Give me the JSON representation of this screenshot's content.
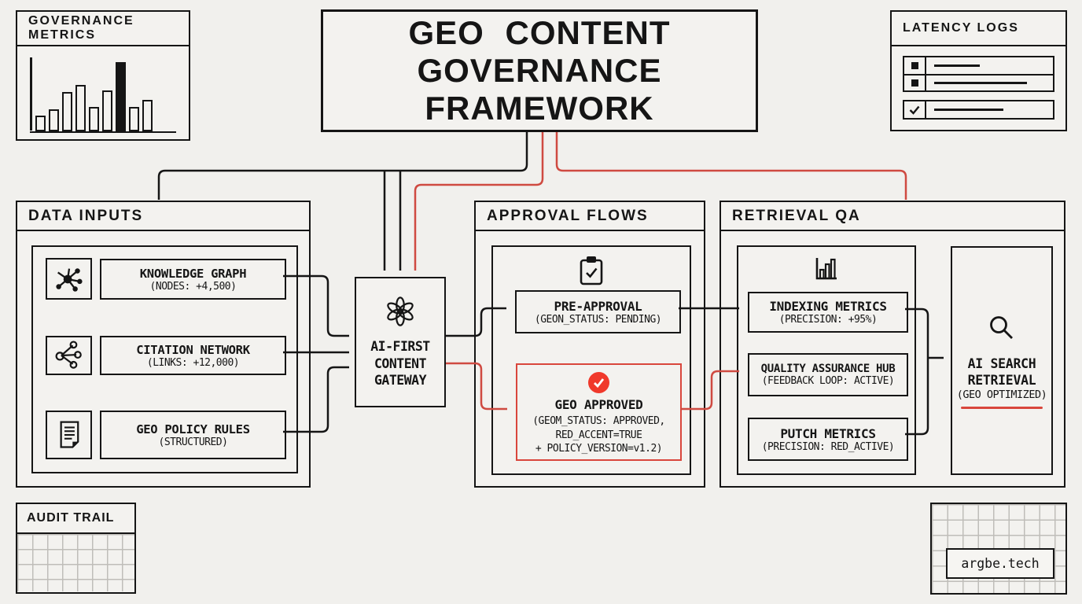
{
  "colors": {
    "background": "#f1f0ed",
    "ink": "#151515",
    "line_red": "#cf4a41",
    "accent_red": "#f0392b",
    "approved_border_red": "#d9463c",
    "grid_gray": "#bfbdb9"
  },
  "title": {
    "line1": "GEO CONTENT",
    "line2": "GOVERNANCE FRAMEWORK"
  },
  "governance_metrics": {
    "label": "GOVERNANCE METRICS"
  },
  "chart_data": {
    "type": "bar",
    "title": "GOVERNANCE METRICS",
    "categories": [
      "1",
      "2",
      "3",
      "4",
      "5",
      "6",
      "7",
      "8",
      "9"
    ],
    "values": [
      22,
      31,
      56,
      66,
      35,
      58,
      100,
      35,
      45
    ],
    "highlight_index": 6,
    "xlabel": "",
    "ylabel": "",
    "axis_ticks_labeled": false,
    "grid": false
  },
  "latency_logs": {
    "label": "LATENCY LOGS",
    "rows": [
      {
        "icon": "square-icon"
      },
      {
        "icon": "square-icon"
      },
      {
        "icon": "check-icon"
      }
    ]
  },
  "data_inputs": {
    "label": "DATA INPUTS",
    "items": [
      {
        "icon": "network-graph-icon",
        "title": "KNOWLEDGE GRAPH",
        "subtitle": "(NODES: +4,500)"
      },
      {
        "icon": "share-network-icon",
        "title": "CITATION NETWORK",
        "subtitle": "(LINKS: +12,000)"
      },
      {
        "icon": "document-icon",
        "title": "GEO POLICY RULES",
        "subtitle": "(STRUCTURED)"
      }
    ]
  },
  "gateway": {
    "icon": "openai-logo-icon",
    "line1": "AI-FIRST",
    "line2": "CONTENT",
    "line3": "GATEWAY"
  },
  "approval_flows": {
    "label": "APPROVAL FLOWS",
    "icon": "clipboard-check-icon",
    "pre_approval": {
      "title": "PRE-APPROVAL",
      "subtitle": "(GEON_STATUS: PENDING)"
    },
    "geo_approved": {
      "icon": "check-circle-icon",
      "title": "GEO APPROVED",
      "line1": "(GEOM_STATUS: APPROVED,",
      "line2": "RED_ACCENT=TRUE",
      "line3": "+ POLICY_VERSION=v1.2)"
    }
  },
  "retrieval_qa": {
    "label": "RETRIEVAL QA",
    "icon": "bar-chart-icon",
    "boxes": [
      {
        "title": "INDEXING METRICS",
        "subtitle": "(PRECISION: +95%)"
      },
      {
        "title": "QUALITY ASSURANCE HUB",
        "subtitle": "(FEEDBACK LOOP: ACTIVE)"
      },
      {
        "title": "PUTCH METRICS",
        "subtitle": "(PRECISION: RED_ACTIVE)"
      }
    ],
    "search": {
      "icon": "search-icon",
      "line1": "AI SEARCH",
      "line2": "RETRIEVAL",
      "line3": "(GEO OPTIMIZED)"
    }
  },
  "audit_trail": {
    "label": "AUDIT TRAIL"
  },
  "brand": {
    "label": "argbe.tech"
  }
}
